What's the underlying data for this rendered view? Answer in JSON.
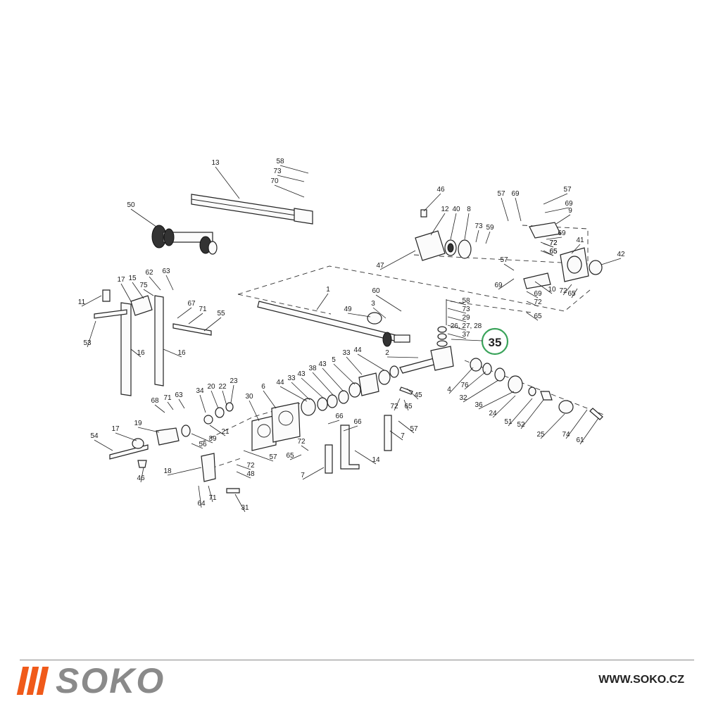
{
  "highlight": {
    "label": "35",
    "color": "#3aa35a"
  },
  "callouts": [
    {
      "id": "c-13",
      "label": "13"
    },
    {
      "id": "c-58a",
      "label": "58"
    },
    {
      "id": "c-73a",
      "label": "73"
    },
    {
      "id": "c-70",
      "label": "70"
    },
    {
      "id": "c-50",
      "label": "50"
    },
    {
      "id": "c-46a",
      "label": "46"
    },
    {
      "id": "c-57a",
      "label": "57"
    },
    {
      "id": "c-69a",
      "label": "69"
    },
    {
      "id": "c-57b",
      "label": "57"
    },
    {
      "id": "c-69b",
      "label": "69"
    },
    {
      "id": "c-9",
      "label": "9"
    },
    {
      "id": "c-72a",
      "label": "72"
    },
    {
      "id": "c-65a",
      "label": "65"
    },
    {
      "id": "c-12",
      "label": "12"
    },
    {
      "id": "c-40",
      "label": "40"
    },
    {
      "id": "c-8",
      "label": "8"
    },
    {
      "id": "c-73b",
      "label": "73"
    },
    {
      "id": "c-59",
      "label": "59"
    },
    {
      "id": "c-69c",
      "label": "69"
    },
    {
      "id": "c-72b",
      "label": "72"
    },
    {
      "id": "c-65b",
      "label": "65"
    },
    {
      "id": "c-41",
      "label": "41"
    },
    {
      "id": "c-42",
      "label": "42"
    },
    {
      "id": "c-47",
      "label": "47"
    },
    {
      "id": "c-57c",
      "label": "57"
    },
    {
      "id": "c-69d",
      "label": "69"
    },
    {
      "id": "c-10",
      "label": "10"
    },
    {
      "id": "c-72c",
      "label": "72"
    },
    {
      "id": "c-65c",
      "label": "65"
    },
    {
      "id": "c-69e",
      "label": "69"
    },
    {
      "id": "c-72d",
      "label": "72"
    },
    {
      "id": "c-65d",
      "label": "65"
    },
    {
      "id": "c-17a",
      "label": "17"
    },
    {
      "id": "c-15",
      "label": "15"
    },
    {
      "id": "c-62",
      "label": "62"
    },
    {
      "id": "c-63a",
      "label": "63"
    },
    {
      "id": "c-75",
      "label": "75"
    },
    {
      "id": "c-11",
      "label": "11"
    },
    {
      "id": "c-1",
      "label": "1"
    },
    {
      "id": "c-60",
      "label": "60"
    },
    {
      "id": "c-58b",
      "label": "58"
    },
    {
      "id": "c-73c",
      "label": "73"
    },
    {
      "id": "c-29",
      "label": "29"
    },
    {
      "id": "c-26",
      "label": "26, 27, 28"
    },
    {
      "id": "c-37",
      "label": "37"
    },
    {
      "id": "c-67",
      "label": "67"
    },
    {
      "id": "c-71a",
      "label": "71"
    },
    {
      "id": "c-55",
      "label": "55"
    },
    {
      "id": "c-3",
      "label": "3"
    },
    {
      "id": "c-49",
      "label": "49"
    },
    {
      "id": "c-53",
      "label": "53"
    },
    {
      "id": "c-16a",
      "label": "16"
    },
    {
      "id": "c-16b",
      "label": "16"
    },
    {
      "id": "c-2",
      "label": "2"
    },
    {
      "id": "c-33a",
      "label": "33"
    },
    {
      "id": "c-44a",
      "label": "44"
    },
    {
      "id": "c-5",
      "label": "5"
    },
    {
      "id": "c-43a",
      "label": "43"
    },
    {
      "id": "c-38",
      "label": "38"
    },
    {
      "id": "c-43b",
      "label": "43"
    },
    {
      "id": "c-33b",
      "label": "33"
    },
    {
      "id": "c-44b",
      "label": "44"
    },
    {
      "id": "c-4",
      "label": "4"
    },
    {
      "id": "c-76",
      "label": "76"
    },
    {
      "id": "c-32",
      "label": "32"
    },
    {
      "id": "c-36",
      "label": "36"
    },
    {
      "id": "c-24",
      "label": "24"
    },
    {
      "id": "c-51",
      "label": "51"
    },
    {
      "id": "c-52",
      "label": "52"
    },
    {
      "id": "c-25",
      "label": "25"
    },
    {
      "id": "c-74",
      "label": "74"
    },
    {
      "id": "c-61",
      "label": "61"
    },
    {
      "id": "c-45",
      "label": "45"
    },
    {
      "id": "c-72e",
      "label": "72"
    },
    {
      "id": "c-65e",
      "label": "65"
    },
    {
      "id": "c-57d",
      "label": "57"
    },
    {
      "id": "c-7a",
      "label": "7"
    },
    {
      "id": "c-66a",
      "label": "66"
    },
    {
      "id": "c-66b",
      "label": "66"
    },
    {
      "id": "c-14",
      "label": "14"
    },
    {
      "id": "c-6",
      "label": "6"
    },
    {
      "id": "c-30",
      "label": "30"
    },
    {
      "id": "c-34",
      "label": "34"
    },
    {
      "id": "c-20",
      "label": "20"
    },
    {
      "id": "c-22",
      "label": "22"
    },
    {
      "id": "c-23",
      "label": "23"
    },
    {
      "id": "c-68",
      "label": "68"
    },
    {
      "id": "c-71b",
      "label": "71"
    },
    {
      "id": "c-63b",
      "label": "63"
    },
    {
      "id": "c-19",
      "label": "19"
    },
    {
      "id": "c-21",
      "label": "21"
    },
    {
      "id": "c-39",
      "label": "39"
    },
    {
      "id": "c-17b",
      "label": "17"
    },
    {
      "id": "c-54",
      "label": "54"
    },
    {
      "id": "c-56",
      "label": "56"
    },
    {
      "id": "c-57e",
      "label": "57"
    },
    {
      "id": "c-72f",
      "label": "72"
    },
    {
      "id": "c-48",
      "label": "48"
    },
    {
      "id": "c-65f",
      "label": "65"
    },
    {
      "id": "c-72g",
      "label": "72"
    },
    {
      "id": "c-46b",
      "label": "46"
    },
    {
      "id": "c-18",
      "label": "18"
    },
    {
      "id": "c-7b",
      "label": "7"
    },
    {
      "id": "c-64",
      "label": "64"
    },
    {
      "id": "c-71c",
      "label": "71"
    },
    {
      "id": "c-31",
      "label": "31"
    }
  ],
  "brand": {
    "name": "SOKO",
    "url": "WWW.SOKO.CZ",
    "accent": "#f05a1a",
    "text_color": "#8a8a8a"
  }
}
